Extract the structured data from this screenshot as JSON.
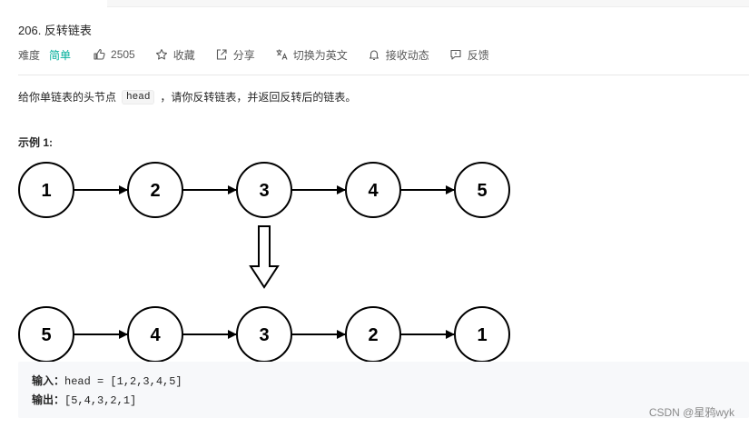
{
  "problem": {
    "title": "206. 反转链表",
    "difficulty_label": "难度",
    "difficulty_value": "简单",
    "likes": "2505",
    "actions": {
      "favorite": "收藏",
      "share": "分享",
      "switch_lang": "切换为英文",
      "subscribe": "接收动态",
      "feedback": "反馈"
    }
  },
  "description": {
    "before": "给你单链表的头节点",
    "code": "head",
    "after": "，请你反转链表，并返回反转后的链表。"
  },
  "example": {
    "title": "示例 1:",
    "list_top": [
      "1",
      "2",
      "3",
      "4",
      "5"
    ],
    "list_bottom": [
      "5",
      "4",
      "3",
      "2",
      "1"
    ],
    "input_label": "输入：",
    "input_value": "head = [1,2,3,4,5]",
    "output_label": "输出：",
    "output_value": "[5,4,3,2,1]"
  },
  "watermark": "CSDN @星鸦wyk",
  "colors": {
    "accent_easy": "#00af9b",
    "text": "#262626",
    "muted": "#595959"
  },
  "icons": [
    "thumbs-up-icon",
    "star-icon",
    "share-icon",
    "translate-icon",
    "bell-icon",
    "feedback-icon"
  ]
}
